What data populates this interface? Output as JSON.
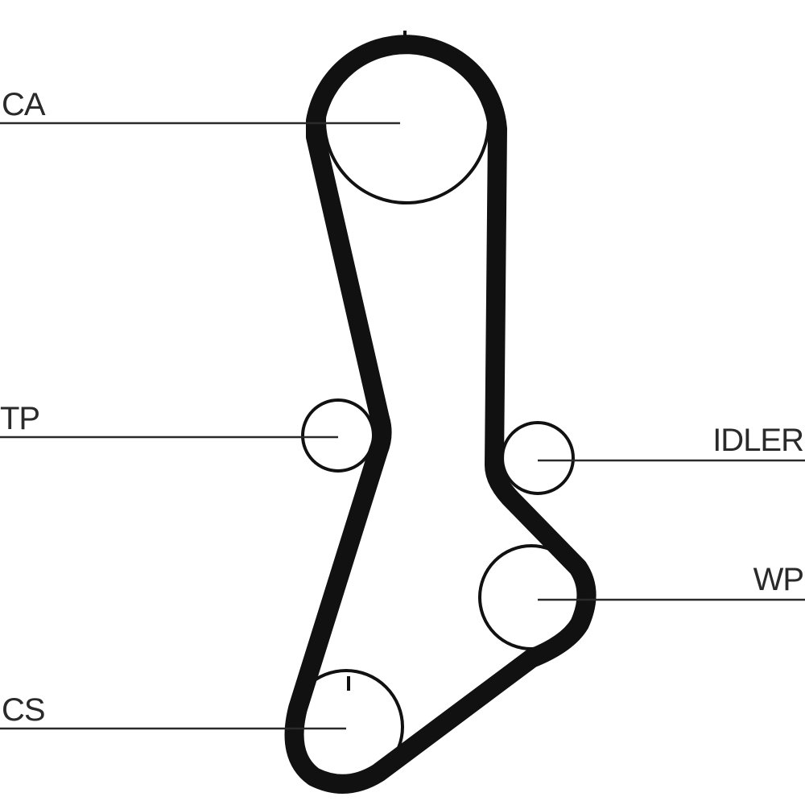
{
  "diagram": {
    "labels": {
      "ca": "CA",
      "tp": "TP",
      "idler": "IDLER",
      "wp": "WP",
      "cs": "CS"
    },
    "colors": {
      "belt": "#111111",
      "line": "#2a2a2a",
      "background": "#ffffff"
    }
  }
}
